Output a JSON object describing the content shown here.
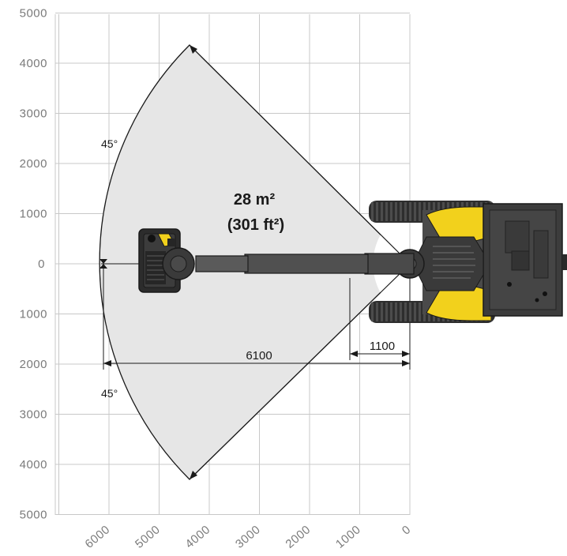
{
  "y_ticks": [
    {
      "label": "5000",
      "val": 5000
    },
    {
      "label": "4000",
      "val": 4000
    },
    {
      "label": "3000",
      "val": 3000
    },
    {
      "label": "2000",
      "val": 2000
    },
    {
      "label": "1000",
      "val": 1000
    },
    {
      "label": "0",
      "val": 0
    },
    {
      "label": "1000",
      "val": -1000
    },
    {
      "label": "2000",
      "val": -2000
    },
    {
      "label": "3000",
      "val": -3000
    },
    {
      "label": "4000",
      "val": -4000
    },
    {
      "label": "5000",
      "val": -5000
    }
  ],
  "x_ticks": [
    {
      "label": "6000",
      "val": 6000
    },
    {
      "label": "5000",
      "val": 5000
    },
    {
      "label": "4000",
      "val": 4000
    },
    {
      "label": "3000",
      "val": 3000
    },
    {
      "label": "2000",
      "val": 2000
    },
    {
      "label": "1000",
      "val": 1000
    },
    {
      "label": "0",
      "val": 0
    }
  ],
  "area": {
    "line1": "28 m²",
    "line2": "(301 ft²)"
  },
  "dimensions": {
    "reach": "6100",
    "offset": "1100"
  },
  "angles": {
    "upper": "45°",
    "lower": "45°"
  },
  "colors": {
    "zone_fill": "#e4e4e4",
    "grid": "#c8c8c8",
    "machine_dark": "#3a3a3a",
    "machine_yellow": "#f2d11c"
  }
}
